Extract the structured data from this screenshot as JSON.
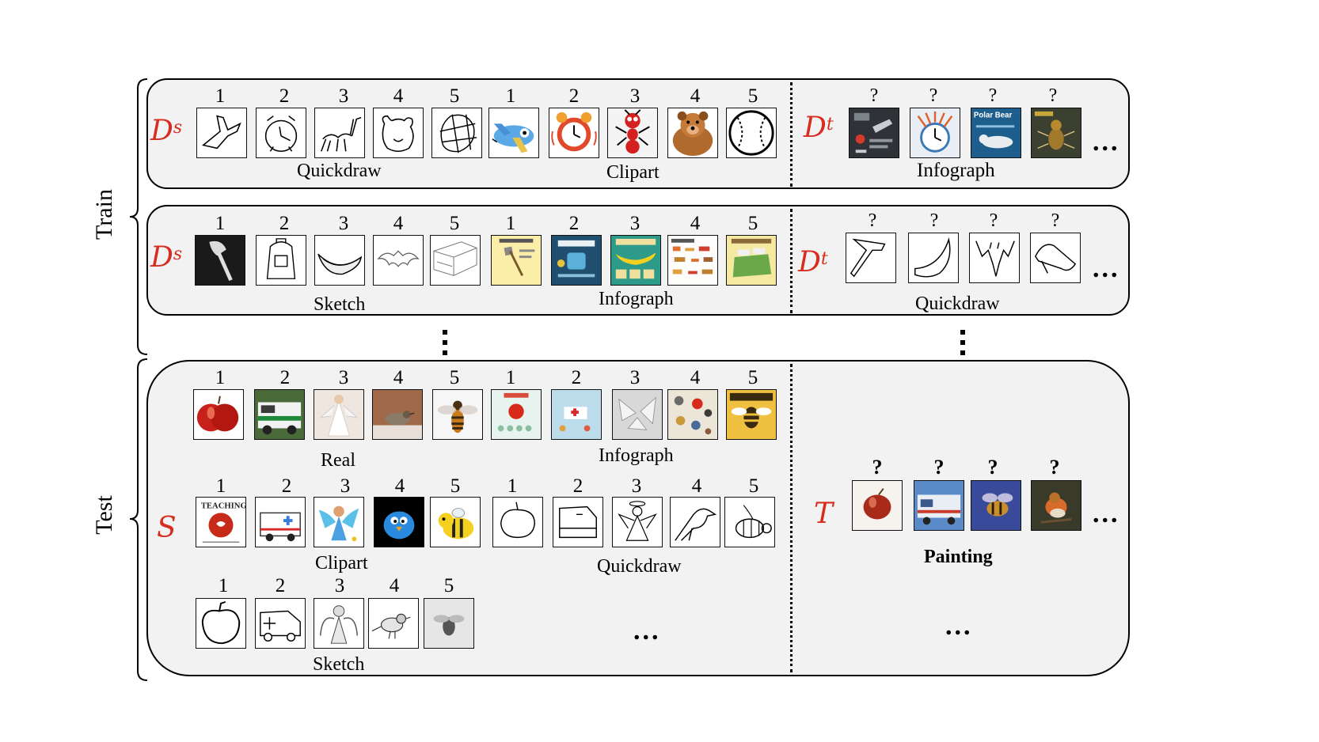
{
  "side_labels": {
    "train": "Train",
    "test": "Test"
  },
  "symbols": {
    "Ds": "D",
    "Ds_sup": "s",
    "Dt": "D",
    "Dt_sup": "t",
    "S": "S",
    "T": "T"
  },
  "ellipsis": "...",
  "question": "?",
  "row1": {
    "numbers": [
      "1",
      "2",
      "3",
      "4",
      "5",
      "1",
      "2",
      "3",
      "4",
      "5"
    ],
    "domains": [
      "Quickdraw",
      "Clipart",
      "Infograph"
    ],
    "thumb_icons": [
      "airplane-sketch-icon",
      "alarm-clock-sketch-icon",
      "ant-sketch-icon",
      "bear-sketch-icon",
      "baseball-sketch-icon",
      "airplane-clipart-icon",
      "alarm-clock-clipart-icon",
      "ant-clipart-icon",
      "bear-clipart-icon",
      "baseball-clipart-icon"
    ],
    "target_icons": [
      "infograph-dark-icon",
      "infograph-clock-icon",
      "infograph-polar-bear-icon",
      "infograph-ant-icon"
    ],
    "polar_bear_text": "Polar Bear"
  },
  "row2": {
    "numbers": [
      "1",
      "2",
      "3",
      "4",
      "5",
      "1",
      "2",
      "3",
      "4",
      "5"
    ],
    "domains": [
      "Sketch",
      "Infograph",
      "Quickdraw"
    ],
    "thumb_icons": [
      "axe-sketch-icon",
      "backpack-sketch-icon",
      "banana-sketch-icon",
      "bat-sketch-icon",
      "bed-sketch-icon",
      "axe-infograph-icon",
      "backpack-infograph-icon",
      "banana-infograph-icon",
      "bat-infograph-icon",
      "bed-infograph-icon"
    ],
    "target_icons": [
      "axe-quickdraw-icon",
      "banana-quickdraw-icon",
      "bat-quickdraw-icon",
      "bed-quickdraw-icon"
    ]
  },
  "test": {
    "real_numbers": [
      "1",
      "2",
      "3",
      "4",
      "5"
    ],
    "infograph_numbers": [
      "1",
      "2",
      "3",
      "4",
      "5"
    ],
    "clipart_numbers": [
      "1",
      "2",
      "3",
      "4",
      "5"
    ],
    "quickdraw_numbers": [
      "1",
      "2",
      "3",
      "4",
      "5"
    ],
    "sketch_numbers": [
      "1",
      "2",
      "3",
      "4",
      "5"
    ],
    "domains": {
      "real": "Real",
      "infograph": "Infograph",
      "clipart": "Clipart",
      "quickdraw": "Quickdraw",
      "sketch": "Sketch",
      "painting": "Painting"
    },
    "teaching_text": "TEACHING"
  },
  "colors": {
    "accent_red": "#d62d20",
    "panel_bg": "#f2f2f2"
  }
}
